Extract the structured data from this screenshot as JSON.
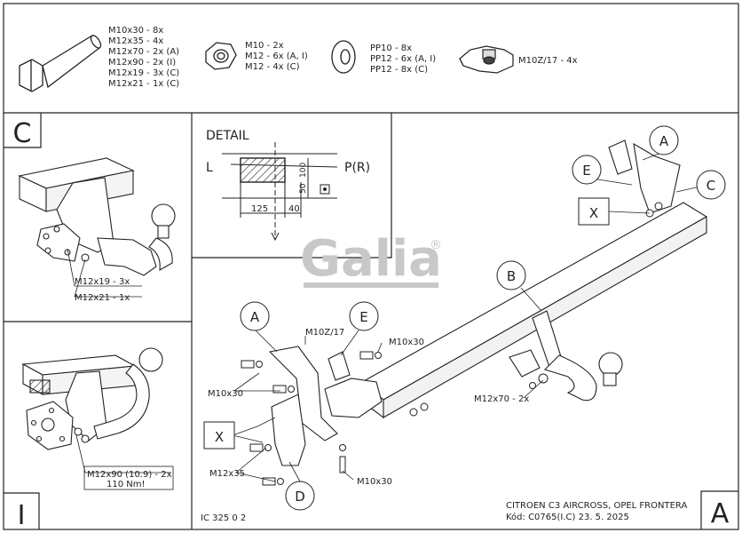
{
  "parts_list": {
    "bolt": [
      "M10x30 - 8x",
      "M12x35 - 4x",
      "M12x70 - 2x (A)",
      "M12x90 - 2x (I)",
      "M12x19 - 3x (C)",
      "M12x21 - 1x (C)"
    ],
    "nut": [
      "M10 - 2x",
      "M12 - 6x (A, I)",
      "M12 - 4x (C)"
    ],
    "washer": [
      "PP10 - 8x",
      "PP12 - 6x (A, I)",
      "PP12 - 8x (C)"
    ],
    "clip": [
      "M10Z/17 - 4x"
    ]
  },
  "panel_letters": {
    "c": "C",
    "i": "I",
    "a": "A"
  },
  "detail": {
    "title": "DETAIL",
    "left_label": "L",
    "right_label": "P(R)",
    "dims": [
      "125",
      "40",
      "100",
      "50"
    ]
  },
  "brand": "Galia",
  "brand_mark": "®",
  "callouts": {
    "a": "A",
    "b": "B",
    "c": "C",
    "d": "D",
    "e": "E",
    "x": "X"
  },
  "panel_c_labels": [
    "M12x19 - 3x",
    "M12x21 - 1x"
  ],
  "panel_i_labels": [
    "M12x90 (10.9) - 2x",
    "110 Nm!"
  ],
  "main_labels": {
    "m10z": "M10Z/17",
    "m10x30_top": "M10x30",
    "m10x30_left": "M10x30",
    "m12x35": "M12x35",
    "m10x30_bottom": "M10x30",
    "m12x70": "M12x70 - 2x"
  },
  "footer": {
    "code": "IC 325 0 2",
    "vehicle": "CITROEN C3 AIRCROSS, OPEL FRONTERA",
    "kod": "Kód: C0765(I.C)  23. 5. 2025"
  }
}
